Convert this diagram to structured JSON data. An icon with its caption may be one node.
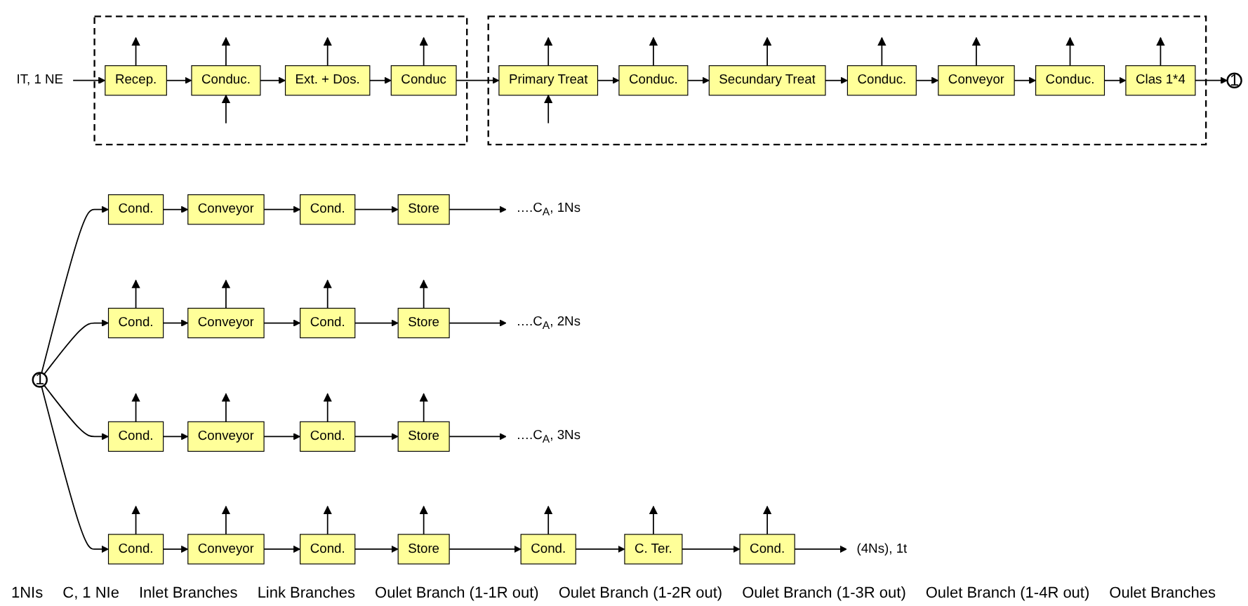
{
  "diagram": {
    "nodes": [
      {
        "text": [],
        "shape": "box"
      },
      {
        "text": [
          "IT, 1 NE"
        ]
      },
      {
        "text": [
          "Recep."
        ],
        "in": 0
      },
      {
        "text": [
          "Conduc."
        ],
        "in": 0
      },
      {
        "text": [
          "Ext. + Dos."
        ],
        "in": 0
      },
      {
        "text": [
          "Conduc"
        ],
        "in": 0
      },
      {
        "text": [],
        "shape": "box"
      },
      {
        "text": [
          "Primary Treat"
        ],
        "in": 6
      },
      {
        "text": [
          "Conduc."
        ],
        "in": 6
      },
      {
        "text": [
          "Secundary Treat"
        ],
        "in": 6
      },
      {
        "text": [
          "Conduc."
        ],
        "in": 6
      },
      {
        "text": [
          "Conveyor"
        ],
        "in": 6
      },
      {
        "text": [
          "Conduc."
        ],
        "in": 6
      },
      {
        "text": [
          "Clas 1*4"
        ],
        "in": 6
      },
      {
        "text": [
          "1"
        ]
      },
      {
        "text": [
          "1"
        ]
      },
      {
        "text": [
          "Cond."
        ]
      },
      {
        "text": [
          "Conveyor"
        ]
      },
      {
        "text": [
          "Cond."
        ]
      },
      {
        "text": [
          "Store"
        ]
      },
      {
        "text": [
          "….C$_{A}$, 1Ns"
        ]
      },
      {
        "text": [
          "Cond."
        ]
      },
      {
        "text": [
          "Conveyor"
        ]
      },
      {
        "text": [
          "Cond."
        ]
      },
      {
        "text": [
          "Store"
        ]
      },
      {
        "text": [
          "….C$_{A}$, 2Ns"
        ]
      },
      {
        "text": [
          "Cond."
        ]
      },
      {
        "text": [
          "Conveyor"
        ]
      },
      {
        "text": [
          "Cond."
        ]
      },
      {
        "text": [
          "Store"
        ]
      },
      {
        "text": [
          "….C$_{A}$, 3Ns"
        ]
      },
      {
        "text": [
          "Cond."
        ]
      },
      {
        "text": [
          "Conveyor"
        ]
      },
      {
        "text": [
          "Cond."
        ]
      },
      {
        "text": [
          "Store"
        ]
      },
      {
        "text": [
          "Cond."
        ]
      },
      {
        "text": [
          "C. Ter."
        ]
      },
      {
        "text": [
          "Cond."
        ]
      },
      {
        "text": [
          "(4Ns), 1t"
        ]
      }
    ],
    "edges": [
      {
        "from": 1,
        "to": 2,
        "arrow": "to"
      },
      {
        "from": 2,
        "to": 3,
        "arrow": "to"
      },
      {
        "from": 3,
        "to": 4,
        "arrow": "to"
      },
      {
        "from": 4,
        "to": 5,
        "arrow": "to"
      },
      {
        "from": 5,
        "to": 7,
        "arrow": "to"
      },
      {
        "from": 7,
        "to": 8,
        "arrow": "to"
      },
      {
        "from": 8,
        "to": 9,
        "arrow": "to"
      },
      {
        "from": 9,
        "to": 10,
        "arrow": "to"
      },
      {
        "from": 10,
        "to": 11,
        "arrow": "to"
      },
      {
        "from": 11,
        "to": 12,
        "arrow": "to"
      },
      {
        "from": 12,
        "to": 13,
        "arrow": "to"
      },
      {
        "from": 13,
        "to": 14,
        "arrow": "to"
      },
      {
        "from": 2,
        "to": null,
        "arrow": "to"
      },
      {
        "from": 3,
        "to": null,
        "arrow": "to"
      },
      {
        "from": 4,
        "to": null,
        "arrow": "to"
      },
      {
        "from": 5,
        "to": null,
        "arrow": "to"
      },
      {
        "from": null,
        "to": 3,
        "arrow": "to"
      },
      {
        "from": null,
        "to": 7,
        "arrow": "to"
      },
      {
        "from": 7,
        "to": null,
        "arrow": "to"
      },
      {
        "from": 8,
        "to": null,
        "arrow": "to"
      },
      {
        "from": 9,
        "to": null,
        "arrow": "to"
      },
      {
        "from": 10,
        "to": null,
        "arrow": "to"
      },
      {
        "from": 11,
        "to": null,
        "arrow": "to"
      },
      {
        "from": 12,
        "to": null,
        "arrow": "to"
      },
      {
        "from": 13,
        "to": null,
        "arrow": "to"
      },
      {
        "from": 15,
        "to": 16,
        "arrow": "to"
      },
      {
        "from": 15,
        "to": 21,
        "arrow": "to"
      },
      {
        "from": 15,
        "to": 26,
        "arrow": "to"
      },
      {
        "from": 15,
        "to": 31,
        "arrow": "to"
      },
      {
        "from": 16,
        "to": 17,
        "arrow": "to"
      },
      {
        "from": 17,
        "to": 18,
        "arrow": "to"
      },
      {
        "from": 18,
        "to": 19,
        "arrow": "to"
      },
      {
        "from": 19,
        "to": 20,
        "arrow": "to"
      },
      {
        "from": 21,
        "to": 22,
        "arrow": "to"
      },
      {
        "from": 22,
        "to": 23,
        "arrow": "to"
      },
      {
        "from": 23,
        "to": 24,
        "arrow": "to"
      },
      {
        "from": 24,
        "to": 25,
        "arrow": "to"
      },
      {
        "from": 26,
        "to": 27,
        "arrow": "to"
      },
      {
        "from": 27,
        "to": 28,
        "arrow": "to"
      },
      {
        "from": 28,
        "to": 29,
        "arrow": "to"
      },
      {
        "from": 29,
        "to": 30,
        "arrow": "to"
      },
      {
        "from": 31,
        "to": 32,
        "arrow": "to"
      },
      {
        "from": 32,
        "to": 33,
        "arrow": "to"
      },
      {
        "from": 33,
        "to": 34,
        "arrow": "to"
      },
      {
        "from": 34,
        "to": 35,
        "arrow": "to"
      },
      {
        "from": 35,
        "to": 36,
        "arrow": "to"
      },
      {
        "from": 36,
        "to": 37,
        "arrow": "to"
      },
      {
        "from": 37,
        "to": 38,
        "arrow": "to"
      },
      {
        "from": 21,
        "to": null,
        "arrow": "to"
      },
      {
        "from": 22,
        "to": null,
        "arrow": "to"
      },
      {
        "from": 23,
        "to": null,
        "arrow": "to"
      },
      {
        "from": 24,
        "to": null,
        "arrow": "to"
      },
      {
        "from": 26,
        "to": null,
        "arrow": "to"
      },
      {
        "from": 27,
        "to": null,
        "arrow": "to"
      },
      {
        "from": 28,
        "to": null,
        "arrow": "to"
      },
      {
        "from": 29,
        "to": null,
        "arrow": "to"
      },
      {
        "from": 31,
        "to": null,
        "arrow": "to"
      },
      {
        "from": 32,
        "to": null,
        "arrow": "to"
      },
      {
        "from": 33,
        "to": null,
        "arrow": "to"
      },
      {
        "from": 34,
        "to": null,
        "arrow": "to"
      },
      {
        "from": 35,
        "to": null,
        "arrow": "to"
      },
      {
        "from": 36,
        "to": null,
        "arrow": "to"
      },
      {
        "from": 37,
        "to": null,
        "arrow": "to"
      }
    ],
    "labels": [
      "1NIs",
      "C, 1 NIe",
      "Inlet Branches",
      "Link Branches",
      "Oulet Branch (1-1R out)",
      "Oulet Branch (1-2R out)",
      "Oulet Branch (1-3R out)",
      "Oulet Branch (1-4R out)",
      "Oulet Branches"
    ]
  }
}
